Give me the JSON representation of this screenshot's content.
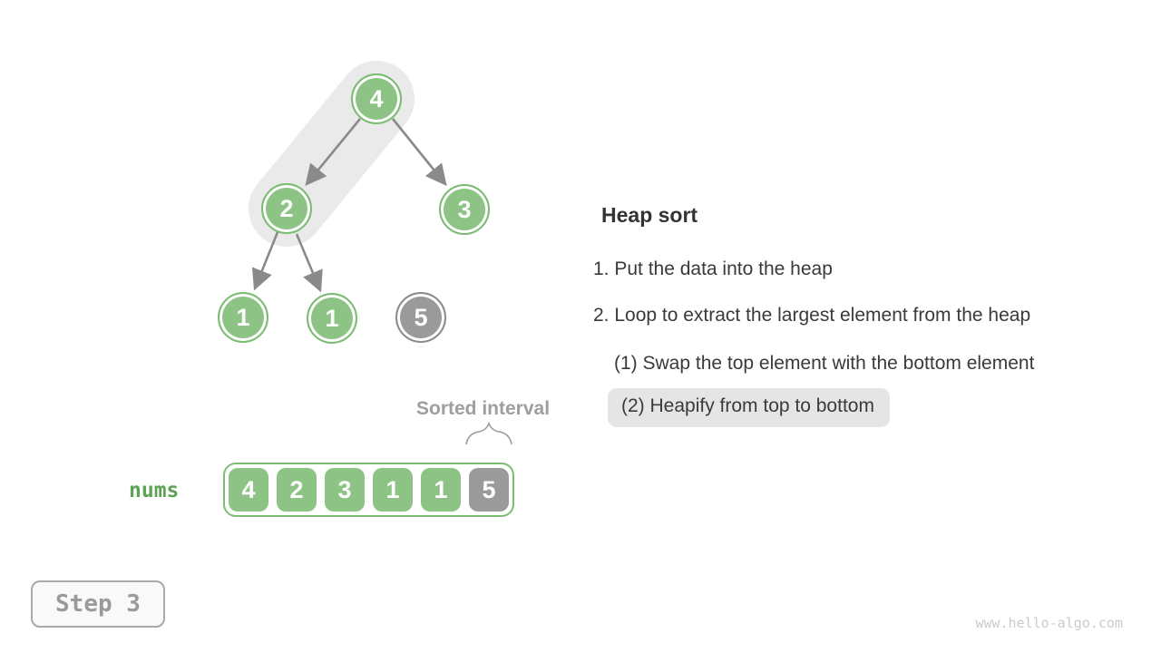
{
  "tree": {
    "nodes": [
      {
        "value": "4",
        "state": "heap"
      },
      {
        "value": "2",
        "state": "heap"
      },
      {
        "value": "3",
        "state": "heap"
      },
      {
        "value": "1",
        "state": "heap"
      },
      {
        "value": "1",
        "state": "heap"
      },
      {
        "value": "5",
        "state": "sorted"
      }
    ],
    "edges": [
      [
        0,
        1
      ],
      [
        0,
        2
      ],
      [
        1,
        3
      ],
      [
        1,
        4
      ]
    ],
    "highlighted_path": [
      0,
      1
    ]
  },
  "array": {
    "label": "nums",
    "cells": [
      {
        "value": "4",
        "state": "heap"
      },
      {
        "value": "2",
        "state": "heap"
      },
      {
        "value": "3",
        "state": "heap"
      },
      {
        "value": "1",
        "state": "heap"
      },
      {
        "value": "1",
        "state": "heap"
      },
      {
        "value": "5",
        "state": "sorted"
      }
    ],
    "sorted_interval_label": "Sorted interval"
  },
  "panel": {
    "heading": "Heap sort",
    "items": [
      {
        "text": "1. Put the data into the heap",
        "highlighted": false
      },
      {
        "text": "2. Loop to extract the largest element from the heap",
        "highlighted": false
      },
      {
        "text": "(1) Swap the top element with the bottom element",
        "highlighted": false
      },
      {
        "text": "(2) Heapify from top to bottom",
        "highlighted": true
      }
    ]
  },
  "step_badge": {
    "label": "Step 3"
  },
  "watermark": "www.hello-algo.com",
  "colors": {
    "node_green_fill": "#8DC485",
    "node_green_border": "#7CBB74",
    "node_gray_fill": "#9A9A9A",
    "node_gray_border": "#8C8C8C",
    "highlight_capsule": "#EAEAEA",
    "arrow": "#8A8A8A",
    "pill_background": "#E5E5E5",
    "text_dark": "#3A3A3A",
    "muted_gray": "#9E9E9E",
    "nums_label_green": "#5CA354",
    "watermark_gray": "#CBCBCB"
  }
}
